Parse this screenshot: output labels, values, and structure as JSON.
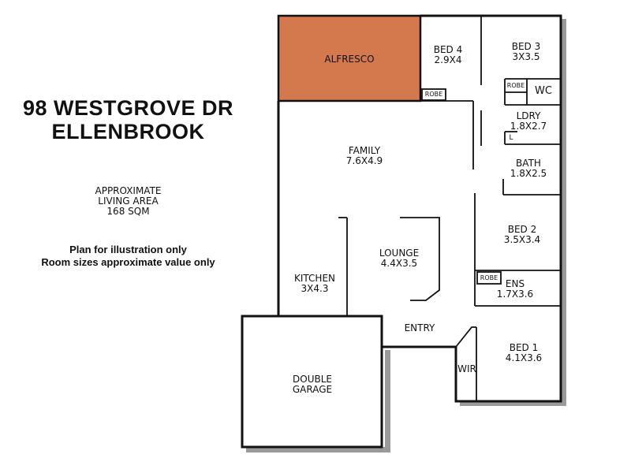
{
  "address": {
    "line1": "98 WESTGROVE DR",
    "line2": "ELLENBROOK"
  },
  "living_area": {
    "line1": "APPROXIMATE",
    "line2": "LIVING AREA",
    "line3": "168 SQM"
  },
  "disclaimer": {
    "line1": "Plan for illustration only",
    "line2": "Room sizes approximate value only"
  },
  "colors": {
    "alfresco": "#d4784e",
    "walls": "#111111",
    "shadow": "#9a9a9a"
  },
  "rooms": {
    "alfresco": {
      "name": "ALFRESCO"
    },
    "bed4": {
      "name": "BED 4",
      "size": "2.9X4"
    },
    "bed3": {
      "name": "BED 3",
      "size": "3X3.5"
    },
    "family": {
      "name": "FAMILY",
      "size": "7.6X4.9"
    },
    "ldry": {
      "name": "LDRY",
      "size": "1.8X2.7"
    },
    "bath": {
      "name": "BATH",
      "size": "1.8X2.5"
    },
    "bed2": {
      "name": "BED 2",
      "size": "3.5X3.4"
    },
    "lounge": {
      "name": "LOUNGE",
      "size": "4.4X3.5"
    },
    "kitchen": {
      "name": "KITCHEN",
      "size": "3X4.3"
    },
    "ens": {
      "name": "ENS",
      "size": "1.7X3.6"
    },
    "entry": {
      "name": "ENTRY"
    },
    "bed1": {
      "name": "BED 1",
      "size": "4.1X3.6"
    },
    "wir": {
      "name": "WIR"
    },
    "garage": {
      "name": "DOUBLE",
      "name2": "GARAGE"
    }
  },
  "tags": {
    "robe_bed4": "ROBE",
    "robe_bed3": "ROBE",
    "wc": "WC",
    "linen": "L",
    "robe_bed2": "ROBE"
  }
}
